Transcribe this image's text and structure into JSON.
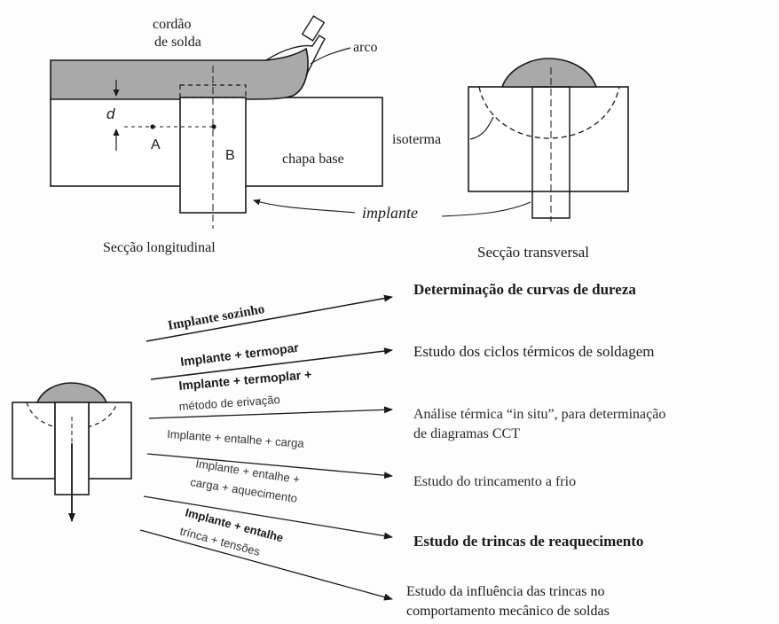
{
  "top_diagram": {
    "longitudinal": {
      "bead_label_1": "cordão",
      "bead_label_2": "de solda",
      "arc_label": "arco",
      "distance_label": "d",
      "point_a": "A",
      "point_b": "B",
      "base_plate_label": "chapa base",
      "implant_label": "implante",
      "caption": "Secção longitudinal"
    },
    "transverse": {
      "isotherm_label": "isoterma",
      "caption": "Secção transversal"
    }
  },
  "applications": [
    {
      "combo_lines": [
        "Implante sozinho"
      ],
      "result_lines": [
        "Determinação de curvas de dureza"
      ]
    },
    {
      "combo_lines": [
        "Implante + termopar"
      ],
      "result_lines": [
        "Estudo dos ciclos térmicos de soldagem"
      ]
    },
    {
      "combo_lines": [
        "Implante + termoplar +",
        "método de erivação"
      ],
      "result_lines": [
        "Análise térmica “in situ”, para determinação",
        "de diagramas CCT"
      ]
    },
    {
      "combo_lines": [
        "Implante + entalhe + carga"
      ],
      "result_lines": [
        "Estudo do trincamento a frio"
      ]
    },
    {
      "combo_lines": [
        "Implante + entalhe +",
        "carga + aquecimento"
      ],
      "result_lines": [
        "Estudo de trincas de reaquecimento"
      ]
    },
    {
      "combo_lines": [
        "Implante + entalhe",
        "trínca + tensões"
      ],
      "result_lines": [
        "Estudo da influência das trincas no",
        "comportamento mecânico de soldas"
      ]
    }
  ],
  "colors": {
    "ink": "#1a1a1a",
    "bead_fill": "#a9a9a9",
    "plate_fill": "#ffffff"
  }
}
